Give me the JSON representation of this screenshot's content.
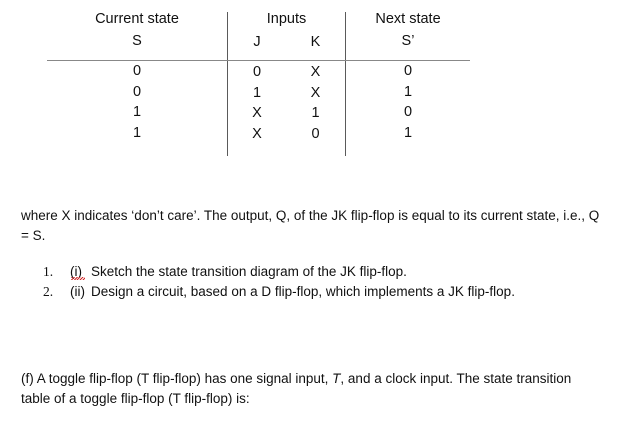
{
  "table": {
    "headers": {
      "current_state": "Current state",
      "inputs": "Inputs",
      "next_state": "Next state",
      "current_symbol": "S",
      "input_j": "J",
      "input_k": "K",
      "next_symbol": "S’"
    },
    "rows": [
      {
        "s": "0",
        "j": "0",
        "k": "X",
        "s_next": "0"
      },
      {
        "s": "0",
        "j": "1",
        "k": "X",
        "s_next": "1"
      },
      {
        "s": "1",
        "j": "X",
        "k": "1",
        "s_next": "0"
      },
      {
        "s": "1",
        "j": "X",
        "k": "0",
        "s_next": "1"
      }
    ]
  },
  "paragraphs": {
    "where_note": "where X indicates ‘don’t care’. The output, Q, of the JK flip-flop is equal to its current state, i.e., Q = S.",
    "toggle_intro_part1": "(f) A toggle flip-flop (T flip-flop) has one signal input, ",
    "toggle_intro_italic": "T",
    "toggle_intro_part2": ", and a clock input. The state transition table of a toggle flip-flop (T flip-flop) is:"
  },
  "questions": [
    {
      "marker": "1.",
      "roman": "(i)",
      "text": "Sketch the state transition diagram of the JK flip-flop."
    },
    {
      "marker": "2.",
      "roman": "(ii)",
      "text": "Design a circuit, based on a D flip-flop, which implements a JK flip-flop."
    }
  ],
  "colors": {
    "text": "#101010",
    "rule": "#5a5a5a",
    "spellcheck": "#d42a2a"
  }
}
